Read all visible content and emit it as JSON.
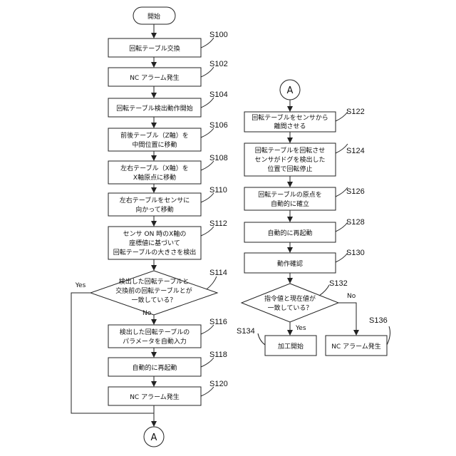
{
  "start": "開始",
  "steps": {
    "s100": {
      "id": "S100",
      "lines": [
        "回転テーブル交換"
      ]
    },
    "s102": {
      "id": "S102",
      "lines": [
        "NC アラーム発生"
      ]
    },
    "s104": {
      "id": "S104",
      "lines": [
        "回転テーブル検出動作開始"
      ]
    },
    "s106": {
      "id": "S106",
      "lines": [
        "前後テーブル（Z軸）を",
        "中間位置に移動"
      ]
    },
    "s108": {
      "id": "S108",
      "lines": [
        "左右テーブル（X軸）を",
        "X軸原点に移動"
      ]
    },
    "s110": {
      "id": "S110",
      "lines": [
        "左右テーブルをセンサに",
        "向かって移動"
      ]
    },
    "s112": {
      "id": "S112",
      "lines": [
        "センサ ON 時のX軸の",
        "座標値に基づいて",
        "回転テーブルの大きさを検出"
      ]
    },
    "s114": {
      "id": "S114",
      "lines": [
        "検出した回転テーブルと",
        "交換前の回転テーブルとが",
        "一致している？"
      ]
    },
    "s116": {
      "id": "S116",
      "lines": [
        "検出した回転テーブルの",
        "パラメータを自動入力"
      ]
    },
    "s118": {
      "id": "S118",
      "lines": [
        "自動的に再起動"
      ]
    },
    "s120": {
      "id": "S120",
      "lines": [
        "NC アラーム発生"
      ]
    },
    "s122": {
      "id": "S122",
      "lines": [
        "回転テーブルをセンサから",
        "離間させる"
      ]
    },
    "s124": {
      "id": "S124",
      "lines": [
        "回転テーブルを回転させ",
        "センサがドグを検出した",
        "位置で回転停止"
      ]
    },
    "s126": {
      "id": "S126",
      "lines": [
        "回転テーブルの原点を",
        "自動的に確立"
      ]
    },
    "s128": {
      "id": "S128",
      "lines": [
        "自動的に再起動"
      ]
    },
    "s130": {
      "id": "S130",
      "lines": [
        "動作確認"
      ]
    },
    "s132": {
      "id": "S132",
      "lines": [
        "指令値と現在値が",
        "一致している？"
      ]
    },
    "s134": {
      "id": "S134",
      "lines": [
        "加工開始"
      ]
    },
    "s136": {
      "id": "S136",
      "lines": [
        "NC アラーム発生"
      ]
    }
  },
  "connector": "A",
  "yes": "Yes",
  "no": "No"
}
